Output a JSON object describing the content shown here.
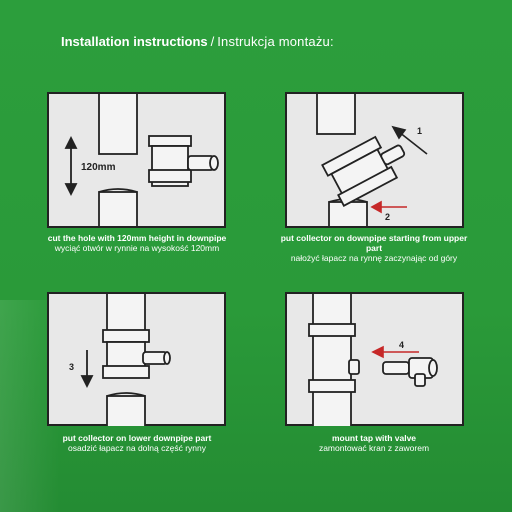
{
  "title": {
    "en": "Installation instructions",
    "separator": "/",
    "pl": "Instrukcja montażu:"
  },
  "panels": [
    {
      "label": "120mm",
      "caption_en": "cut the hole with 120mm height in downpipe",
      "caption_pl": "wyciąć otwór w rynnie na wysokość 120mm"
    },
    {
      "arrow1": "1",
      "arrow2": "2",
      "caption_en": "put collector on downpipe starting from upper part",
      "caption_pl": "nałożyć łapacz na rynnę zaczynając od góry"
    },
    {
      "arrow": "3",
      "caption_en": "put collector on lower downpipe part",
      "caption_pl": "osadzić łapacz na dolną część rynny"
    },
    {
      "arrow": "4",
      "caption_en": "mount tap with valve",
      "caption_pl": "zamontować kran z zaworem"
    }
  ],
  "colors": {
    "background": "#2a9c3a",
    "panel": "#e8e8e8",
    "line": "#222222",
    "text": "#ffffff"
  }
}
